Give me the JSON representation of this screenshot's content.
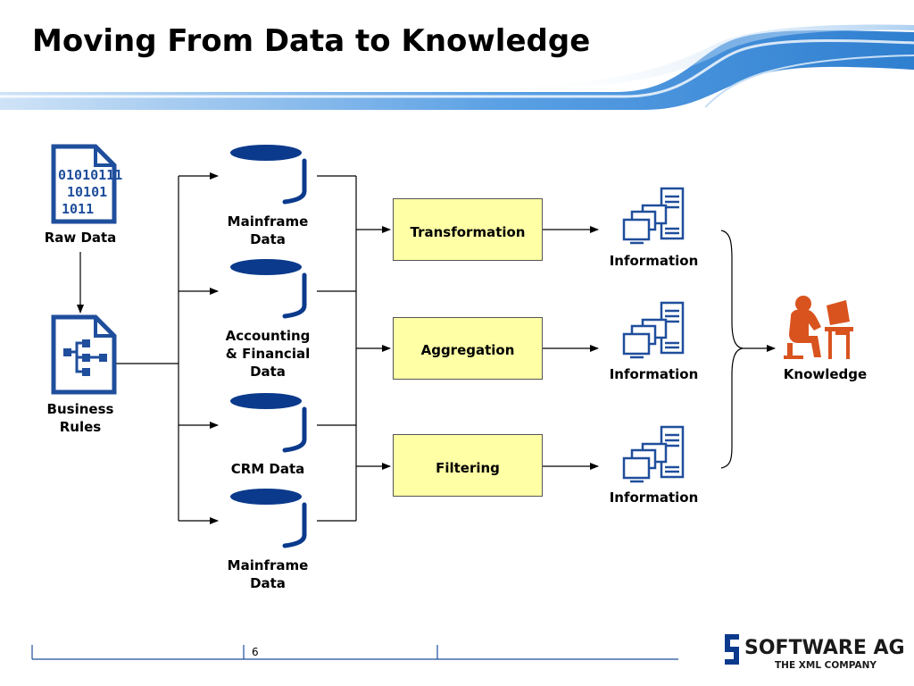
{
  "slide": {
    "title": "Moving From Data to Knowledge",
    "page_number": "6"
  },
  "sources": {
    "raw_data": "Raw Data",
    "business_rules": "Business\nRules",
    "binary_glyph_lines": [
      "01010111",
      "10101",
      "1011"
    ]
  },
  "databases": [
    {
      "label": "Mainframe\nData"
    },
    {
      "label": "Accounting\n& Financial\nData"
    },
    {
      "label": "CRM Data"
    },
    {
      "label": "Mainframe\nData"
    }
  ],
  "processes": [
    {
      "label": "Transformation"
    },
    {
      "label": "Aggregation"
    },
    {
      "label": "Filtering"
    }
  ],
  "outputs": [
    {
      "label": "Information"
    },
    {
      "label": "Information"
    },
    {
      "label": "Information"
    }
  ],
  "result": {
    "label": "Knowledge"
  },
  "logo": {
    "brand": "SOFTWARE AG",
    "tagline": "THE XML COMPANY"
  },
  "colors": {
    "icon_blue": "#1f4e9c",
    "db_navy": "#0b3a8c",
    "process_fill": "#ffffa6",
    "knowledge_orange": "#d9531e",
    "banner_blue": "#2f7fd0"
  },
  "icons": [
    "document-binary-icon",
    "document-flowchart-icon",
    "database-icon",
    "computer-network-icon",
    "person-at-desk-icon"
  ]
}
